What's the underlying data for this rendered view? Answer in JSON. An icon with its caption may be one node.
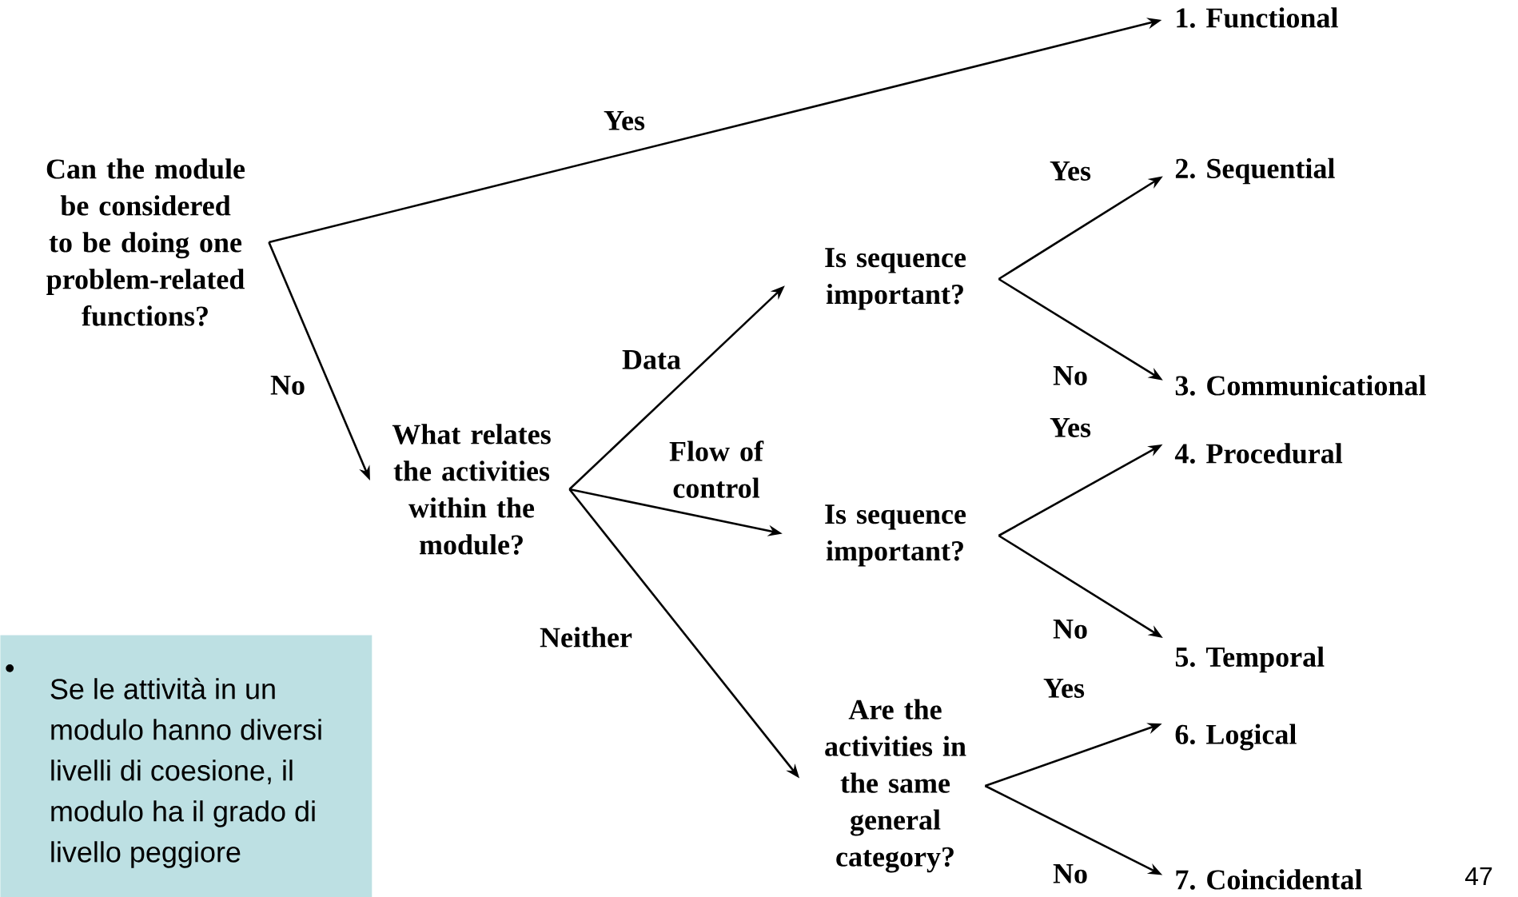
{
  "diagram": {
    "nodes": [
      {
        "text": [
          "Can the module be considered to be doing one problem-related functions?"
        ]
      },
      {
        "text": [
          "What relates the activities within the module?"
        ]
      },
      {
        "text": [
          "Is sequence important?"
        ]
      },
      {
        "text": [
          "Is sequence important?"
        ]
      },
      {
        "text": [
          "Are the activities in the same general category?"
        ]
      },
      {
        "text": [
          "1. Functional"
        ]
      },
      {
        "text": [
          "2. Sequential"
        ]
      },
      {
        "text": [
          "3. Communicational"
        ]
      },
      {
        "text": [
          "4. Procedural"
        ]
      },
      {
        "text": [
          "5. Temporal"
        ]
      },
      {
        "text": [
          "6. Logical"
        ]
      },
      {
        "text": [
          "7. Coincidental"
        ]
      },
      {
        "text": [
          "•",
          "Se le attività in un modulo hanno diversi livelli di coesione, il modulo ha il grado di livello peggiore"
        ]
      }
    ],
    "edges": [
      {
        "from": 0,
        "to": 5,
        "arrow": "to",
        "label": "Yes"
      },
      {
        "from": 0,
        "to": 1,
        "arrow": "to",
        "label": "No"
      },
      {
        "from": 1,
        "to": 2,
        "arrow": "to",
        "label": "Data"
      },
      {
        "from": 1,
        "to": 3,
        "arrow": "to",
        "label": "Flow of control"
      },
      {
        "from": 1,
        "to": 4,
        "arrow": "to",
        "label": "Neither"
      },
      {
        "from": 2,
        "to": 6,
        "arrow": "to",
        "label": "Yes"
      },
      {
        "from": 2,
        "to": 7,
        "arrow": "to",
        "label": "No"
      },
      {
        "from": 3,
        "to": 8,
        "arrow": "to",
        "label": "Yes"
      },
      {
        "from": 3,
        "to": 9,
        "arrow": "to",
        "label": "No"
      },
      {
        "from": 4,
        "to": 10,
        "arrow": "to",
        "label": "Yes"
      },
      {
        "from": 4,
        "to": 11,
        "arrow": "to",
        "label": "No"
      }
    ],
    "labels": [
      "47"
    ]
  }
}
